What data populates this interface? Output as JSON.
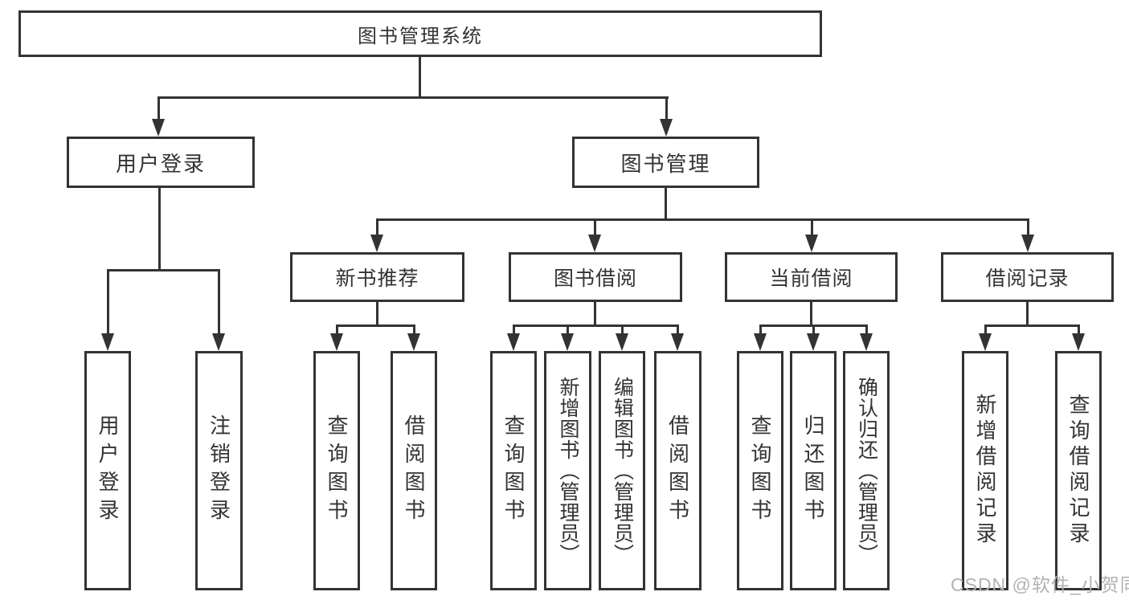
{
  "diagram": {
    "root": {
      "label": "图书管理系统"
    },
    "branches": [
      {
        "label": "用户登录",
        "children": [
          "用户登录",
          "注销登录"
        ]
      },
      {
        "label": "图书管理",
        "sections": [
          {
            "label": "新书推荐",
            "children": [
              "查询图书",
              "借阅图书"
            ]
          },
          {
            "label": "图书借阅",
            "children": [
              "查询图书",
              "新增图书（管理员）",
              "编辑图书（管理员）",
              "借阅图书"
            ]
          },
          {
            "label": "当前借阅",
            "children": [
              "查询图书",
              "归还图书",
              "确认归还（管理员）"
            ]
          },
          {
            "label": "借阅记录",
            "children": [
              "新增借阅记录",
              "查询借阅记录"
            ]
          }
        ]
      }
    ]
  },
  "watermark": {
    "text": "CSDN @软件_小贺同学"
  },
  "colors": {
    "line": "#333333",
    "text": "#333333",
    "background": "#ffffff",
    "watermark": "#b2b2b2"
  }
}
